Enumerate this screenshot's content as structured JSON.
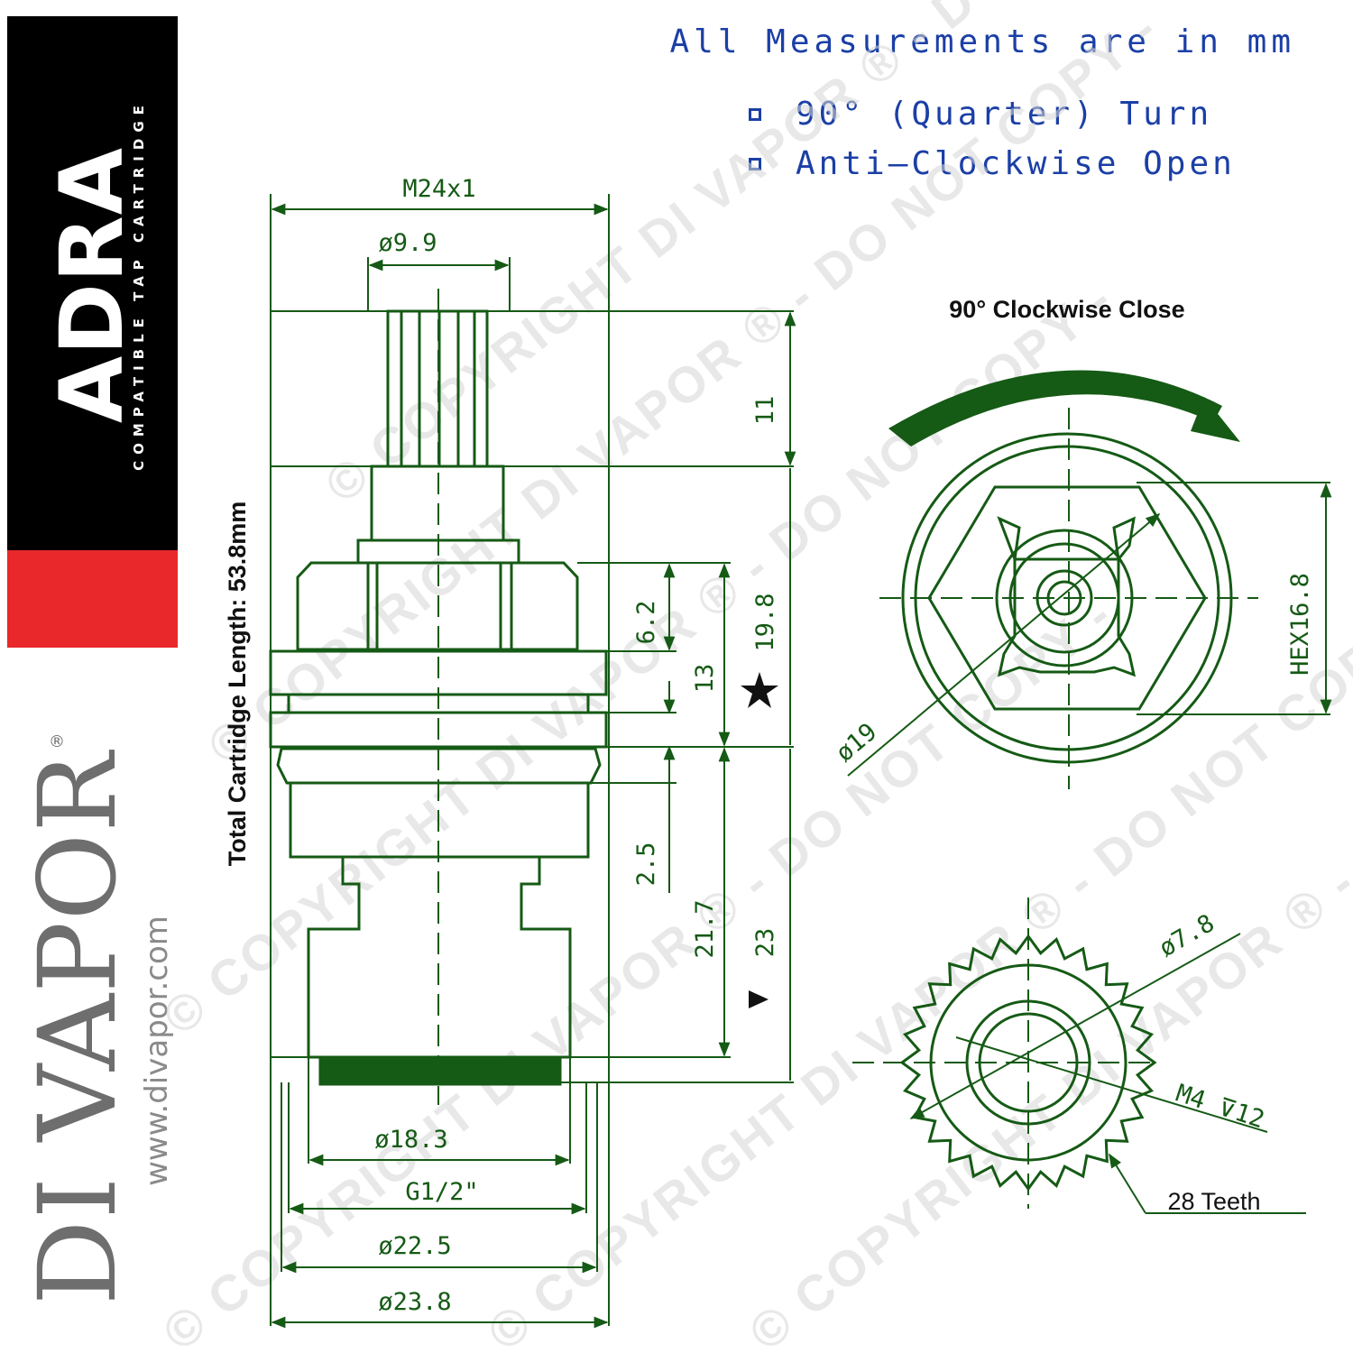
{
  "brand": {
    "title": "ADRA",
    "subtitle": "COMPATIBLE TAP CARTRIDGE",
    "logo": "DI VAPOR",
    "registered": "®",
    "website": "www.divapor.com",
    "colors": {
      "black": "#000000",
      "red": "#e8282b",
      "grey": "#6e6e6e"
    }
  },
  "notes": {
    "measurements": "All Measurements are in mm",
    "bullets": [
      "90° (Quarter) Turn",
      "Anti–Clockwise Open"
    ],
    "color": "#1b3fa6"
  },
  "drawing": {
    "line_color": "#155a15",
    "total_length": "Total Cartridge Length: 53.8mm",
    "dimensions": {
      "thread_top": "M24x1",
      "spline_dia": "ø9.9",
      "spline_height": "11",
      "hex_height": "6.2",
      "collar": "13",
      "star_length": "19.8",
      "seat": "2.5",
      "body": "21.7",
      "tri_length": "23",
      "bottom_dia": "ø18.3",
      "thread_bottom": "G1/2\"",
      "body_dia": "ø22.5",
      "flange_dia": "ø23.8"
    },
    "top_view": {
      "caption": "90° Clockwise Close",
      "hex": "HEX16.8",
      "dia": "ø19"
    },
    "spline_view": {
      "dia": "ø7.8",
      "thread": "M4 ⊽12",
      "teeth": "28 Teeth",
      "teeth_count": 28
    },
    "watermark": "© COPYRIGHT DI VAPOR ® - DO NOT COPY -"
  }
}
